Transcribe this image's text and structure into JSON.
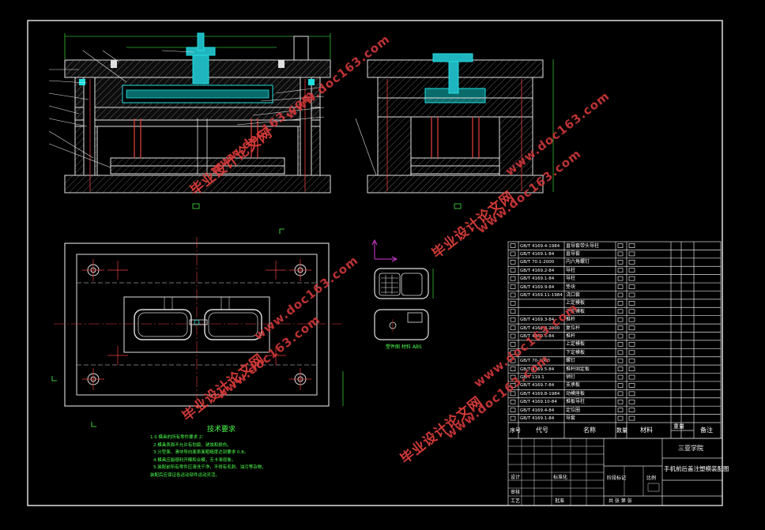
{
  "tech_requirements": {
    "title": "技术要求",
    "lines": [
      "1.0 模具的所有零件要求 2：",
      "2.模具表面不允许有划痕、锈蚀和损伤。",
      "3.分型面、滑块导向面表面粗糙度达到要求 0.8。",
      "4.模具应能顺利开模和合模，无卡滞现象。",
      "5.装配前所有零件应清洗干净，不得有毛刺、油污等杂物，",
      "装配后应保证各运动部件运动灵活。"
    ]
  },
  "part_caption": "塑件图 材料 ABS",
  "watermarks": {
    "cn": "毕业设计论文网",
    "url": "www.doc163.com"
  },
  "parts_list": {
    "rows": [
      {
        "std": "GB/T 4169.4-1984",
        "name": "直导套带头导柱"
      },
      {
        "std": "GB/T 4169.1-84",
        "name": "直导套"
      },
      {
        "std": "GB/T 70.1-2000",
        "name": "内六角螺钉"
      },
      {
        "std": "GB/T 4169.2-84",
        "name": "导柱"
      },
      {
        "std": "GB/T 4169.1-84",
        "name": "导柱"
      },
      {
        "std": "GB/T 4169.9-84",
        "name": "垫块"
      },
      {
        "std": "GB/T 4169.11-1984",
        "name": "浇口套"
      },
      {
        "std": "",
        "name": "上定模板"
      },
      {
        "std": "",
        "name": "下定模板"
      },
      {
        "std": "GB/T 4169.3-84",
        "name": "推杆"
      },
      {
        "std": "GB/T 4169.4-2000",
        "name": "复位杆"
      },
      {
        "std": "GB/T 4169.5-84",
        "name": "推杆"
      },
      {
        "std": "",
        "name": "上定模板"
      },
      {
        "std": "",
        "name": "下定模板"
      },
      {
        "std": "GB/T 70-2000",
        "name": "螺钉"
      },
      {
        "std": "GB/T 4169.5-84",
        "name": "推杆固定板"
      },
      {
        "std": "GB/T 119.1",
        "name": "销钉"
      },
      {
        "std": "GB/T 4169.7-84",
        "name": "支承板"
      },
      {
        "std": "GB/T 4169.8-1984",
        "name": "动模座板"
      },
      {
        "std": "GB/T 4169.10-84",
        "name": "推板导柱"
      },
      {
        "std": "GB/T 4169.4-84",
        "name": "定位圈"
      },
      {
        "std": "GB/T 4169.1-84",
        "name": "导套"
      }
    ],
    "header": {
      "seq": "序号",
      "code": "代号",
      "name": "名称",
      "qty": "数量",
      "material": "材料",
      "weight": "重量",
      "note": "备注"
    }
  },
  "title_block": {
    "school": "三亚学院",
    "drawing_title": "手机前后盖注塑模装配图",
    "design": "设计",
    "standardize": "标准化",
    "stage_mark": "阶段标记",
    "ratio": "比例",
    "approve": "审核",
    "craft": "工艺",
    "approval": "批准",
    "sheets": "共 张 第 张"
  }
}
